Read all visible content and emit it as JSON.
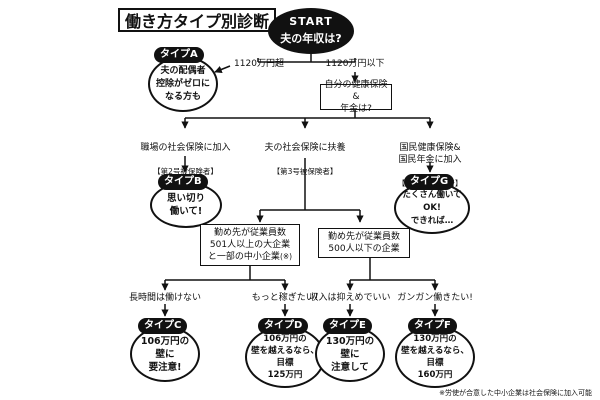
{
  "title": "働き方タイプ別診断",
  "start": {
    "label": "START",
    "question": "夫の年収は?"
  },
  "income_high": "1120万円超",
  "income_low": "1120万円以下",
  "own_insurance_q": "自分の健康保険&\n年金は?",
  "type_a": {
    "tag": "タイプA",
    "text": "夫の配偶者\n控除がゼロに\nなる方も"
  },
  "branch_workplace": {
    "line1": "職場の社会保険に加入",
    "line2": "【第2号被保険者】"
  },
  "branch_dependent": {
    "line1": "夫の社会保険に扶養",
    "line2": "【第3号被保険者】"
  },
  "branch_national": {
    "line1": "国民健康保険&\n国民年金に加入",
    "line2": "【第1号被保険者】"
  },
  "type_b": {
    "tag": "タイプB",
    "text": "思い切り\n働いて!"
  },
  "type_g": {
    "tag": "タイプG",
    "text": "たくさん働いて\nOK!\nできれば…"
  },
  "employer_large": {
    "text": "勤め先が従業員数\n501人以上の大企業\nと一部の中小企業",
    "mark": "(※)"
  },
  "employer_small": {
    "text": "勤め先が従業員数\n500人以下の企業"
  },
  "pref_c": "長時間は働けない",
  "pref_d": "もっと稼ぎたい!",
  "pref_e": "収入は抑えめでいい",
  "pref_f": "ガンガン働きたい!",
  "type_c": {
    "tag": "タイプC",
    "text": "106万円の\n壁に\n要注意!"
  },
  "type_d": {
    "tag": "タイプD",
    "text": "106万円の\n壁を越えるなら、\n目標\n125万円"
  },
  "type_e": {
    "tag": "タイプE",
    "text": "130万円の\n壁に\n注意して"
  },
  "type_f": {
    "tag": "タイプF",
    "text": "130万円の\n壁を越えるなら、\n目標\n160万円"
  },
  "footnote": "※労使が合意した中小企業は社会保険に加入可能"
}
